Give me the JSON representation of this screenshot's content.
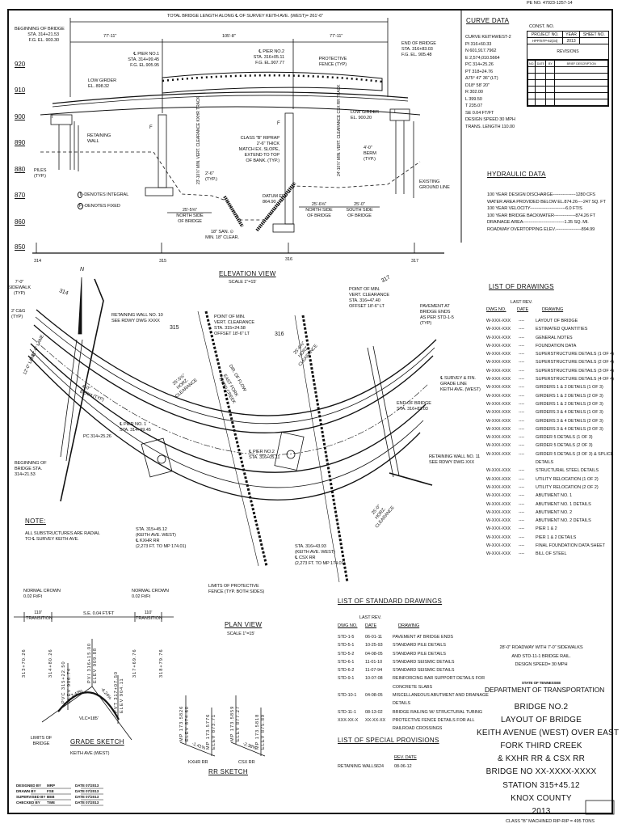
{
  "header": {
    "pe_no": "PE NO. 47023-1257-14"
  },
  "footer": {
    "riprap_note": "CLASS \"B\" MACHINED RIP-RIP = 495 TONS"
  },
  "elevation": {
    "title": "ELEVATION VIEW",
    "scale": "SCALE 1\"=15'",
    "total_length": "TOTAL BRIDGE LENGTH ALONG ℄ OF SURVEY KEITH AVE. (WEST)= 261'-6\"",
    "spans": [
      "77'-11\"",
      "105'-8\"",
      "77'-11\""
    ],
    "begin": [
      "BEGINNING OF BRIDGE",
      "STA. 314+21.53",
      "F.G. EL. 903.30"
    ],
    "pier1": [
      "℄ PIER NO.1",
      "STA. 314+99.45",
      "F.G. EL.905.95"
    ],
    "pier2": [
      "℄ PIER NO.2",
      "STA. 316+05.11",
      "F.G. EL.907.77"
    ],
    "fence": [
      "PROTECTIVE",
      "FENCE (TYP)"
    ],
    "end": [
      "END OF BRIDGE",
      "STA. 316+83.03",
      "F.G. EL. 905.48"
    ],
    "low_girder_1": [
      "LOW GIRDER",
      "EL. 898.32"
    ],
    "low_girder_2": [
      "LOW GIRDER",
      "EL. 900.20"
    ],
    "retaining_wall": [
      "RETAINING",
      "WALL"
    ],
    "riprap": [
      "CLASS \"B\" RIPRAP",
      "2'-6\" THICK",
      "MATCH EX. SLOPE,",
      "EXTEND TO TOP",
      "OF BANK. (TYP.)"
    ],
    "berm": [
      "4'-0\"",
      "BERM",
      "(TYP.)"
    ],
    "piles": [
      "PILES",
      "(TYP.)"
    ],
    "existing_ground": [
      "EXISTING",
      "GROUND LINE"
    ],
    "legend": [
      "-DENOTES INTEGRAL",
      "-DENOTES FIXED"
    ],
    "legend_symbols": [
      "I",
      "F"
    ],
    "datum": [
      "DATUM EL.",
      "864.90"
    ],
    "typ_dim": [
      "2'-6\"",
      "(TYP.)"
    ],
    "north_1": [
      "25'-5⅝\"",
      "NORTH SIDE",
      "OF BRIDGE"
    ],
    "north_2": [
      "25'-6⅝\"",
      "NORTH SIDE",
      "OF BRIDGE"
    ],
    "south": [
      "25'-0\"",
      "SOUTH SIDE",
      "OF BRIDGE"
    ],
    "sewer": [
      "18\" SAN. ⊙",
      "MIN. 18\" CLEAR."
    ],
    "clear_kxhr": "23'-10⅞\" MIN. VERT. CLEARANCE KXHR TRACK",
    "clear_csx": "24'-10⅞\" MIN. VERT. CLEARANCE CSX RR TRACK",
    "elev_ticks": [
      "920",
      "910",
      "900",
      "890",
      "880",
      "870",
      "860",
      "850"
    ],
    "sta_ticks": [
      "314",
      "315",
      "316",
      "317"
    ]
  },
  "plan": {
    "title": "PLAN VIEW",
    "scale": "SCALE 1\"=15'",
    "north": "N",
    "sidewalk": [
      "7'-0\"",
      "SIDEWALK",
      "(TYP)"
    ],
    "cg": [
      "2' C&G",
      "(TYP)"
    ],
    "lanes": [
      "12'-0\" LANE",
      "12'-0\" LANE"
    ],
    "stations": [
      "314",
      "315",
      "316",
      "317"
    ],
    "wall10": [
      "RETAINING WALL NO. 10",
      "SEE RDWY DWG XXXX"
    ],
    "wall11": [
      "RETAINING WALL NO. 11",
      "SEE RDWY DWG XXX"
    ],
    "min_clear_1": [
      "POINT OF MIN.",
      "VERT. CLEARANCE",
      "STA. 315+24.58",
      "OFFSET 18'-6\" LT"
    ],
    "min_clear_2": [
      "POINT OF MIN.",
      "VERT. CLEARANCE",
      "STA. 316+47.40",
      "OFFSET 18'-6\" LT"
    ],
    "pavement": [
      "PAVEMENT AT",
      "BRIDGE ENDS",
      "AS PER STD-1-5",
      "(TYP)"
    ],
    "survey": [
      "℄ SURVEY & FIN.",
      "GRADE LINE",
      "KEITH AVE. (WEST)"
    ],
    "end": [
      "END OF BRIDGE",
      "STA. 316+83.03"
    ],
    "pier1": [
      "℄ PIER NO. 1",
      "STA. 314+99.45"
    ],
    "pier2": [
      "℄ PIER NO.2",
      "STA. 316+05.11"
    ],
    "pc": "PC 314+25.26",
    "berm": [
      "4'-0\"",
      "BERM (TYP)"
    ],
    "begin": [
      "BEGINNING OF",
      "BRIDGE STA.",
      "314+21.53"
    ],
    "kxhr": [
      "STA. 315+45.12",
      "(KEITH AVE. WEST)",
      "℄ KXHR RR",
      "(2,273 FT. TO MP 174.01)"
    ],
    "csx": [
      "STA. 316+43.93",
      "(KEITH AVE. WEST)",
      "℄ CSX RR",
      "(2,273 FT. TO MP 174.01)"
    ],
    "fence_limits": [
      "LIMITS OF PROTECTIVE",
      "FENCE (TYP. BOTH SIDES)"
    ],
    "horz_1": [
      "25'-5⅝\"",
      "HORZ.",
      "CLEARANCE"
    ],
    "horz_2": [
      "25'-6⅝\"",
      "HORZ.",
      "CLEARANCE"
    ],
    "horz_3": [
      "25'-0\"",
      "HORZ.",
      "CLEARANCE"
    ],
    "flow": "DIR. OF FLOW",
    "creek": [
      "EAST FORK",
      "THIRD CREEK"
    ],
    "note_title": "NOTE:",
    "note": [
      "ALL SUBSTRUCTURES ARE RADIAL",
      "TO ℄ SURVEY KEITH AVE."
    ]
  },
  "grade": {
    "title": "GRADE SKETCH",
    "subtitle": "KEITH AVE (WEST)",
    "crown_left": [
      "NORMAL CROWN",
      "0.02 Ft/Ft"
    ],
    "crown_right": [
      "NORMAL CROWN",
      "0.02 Ft/Ft"
    ],
    "transition_left": [
      "110'",
      "TRANSITION"
    ],
    "transition_right": [
      "110'",
      "TRANSITION"
    ],
    "se": "S.E. 0.04 FT/FT",
    "stations": [
      "313+70.26",
      "314+80.26",
      "317+69.76",
      "318+79.76"
    ],
    "pvc": [
      "PVC 315+22.50",
      "ELEV 906.74"
    ],
    "pvi": [
      "PVI 316+15.00",
      "ELEV 909.88"
    ],
    "pvt": [
      "PVT 317+07.50",
      "ELEV 904.11"
    ],
    "g1": "3.40%",
    "g2": "-6.24%",
    "vlc": "VLC=185'",
    "limits": [
      "LIMITS OF",
      "BRIDGE"
    ]
  },
  "rr": {
    "title": "RR SKETCH",
    "kxhr": {
      "label": "KXHR RR",
      "mp1": [
        "MP 173.5826",
        "ELEV 874.60"
      ],
      "mp2": [
        "MP 173.5776",
        "ELEV 873.71"
      ],
      "grade": "-1.41%"
    },
    "csx": {
      "label": "CSX RR",
      "mp1": [
        "MP 173.5859",
        "ELEV 877.27"
      ],
      "mp2": [
        "MP 173.5818",
        "ELEV 875.89"
      ],
      "grade": "-2.38%"
    }
  },
  "signatures": [
    {
      "role": "DESIGNED BY",
      "name": "MRP",
      "date_label": "DATE",
      "date": "07/2013"
    },
    {
      "role": "DRAWN BY",
      "name": "FSE",
      "date_label": "DATE",
      "date": "07/2013"
    },
    {
      "role": "SUPERVISED BY",
      "name": "BEB",
      "date_label": "DATE",
      "date": "07/2013"
    },
    {
      "role": "CHECKED BY",
      "name": "TWE",
      "date_label": "DATE",
      "date": "07/2013"
    }
  ],
  "curve_data": {
    "title": "CURVE DATA",
    "lines": [
      "CURVE KEITHWEST-2",
      "PI  316+60.33",
      "N  601,917.7962",
      "E 2,574,010.5664",
      "PC  314+25.26",
      "PT  318+24.76",
      "Δ75° 47' 36\" (LT)",
      "D18° 58' 20\"",
      "R  302.00",
      "L  399.50",
      "T  235.07",
      "SE  0.04 FT/FT",
      "DESIGN SPEED 30 MPH",
      "TRANS. LENGTH 110.00"
    ]
  },
  "const_block": {
    "const_no": "CONST. NO.",
    "headers": [
      "PROJECT NO.",
      "YEAR",
      "SHEET NO."
    ],
    "values": [
      "HPP/STP-62(34)",
      "2013",
      ""
    ],
    "revisions_title": "REVISIONS",
    "rev_headers": [
      "NO.",
      "DATE",
      "BY",
      "BRIEF DESCRIPTION"
    ]
  },
  "hydraulic": {
    "title": "HYDRAULIC DATA",
    "lines": [
      "100 YEAR DESIGN DISCHARGE----------------1280 CFS",
      "WATER AREA PROVIDED BELOW EL.874.26----247 SQ. FT",
      "100 YEAR VELOCITY-------------------------6.0 FT/S",
      "100 YEAR BRIDGE BACKWATER---------------874.26 FT",
      "DRAINAGE AREA-----------------------------1.35 SQ. MI.",
      "ROADWAY OVERTOPPING ELEV.------------------894.99"
    ]
  },
  "drawings": {
    "title": "LIST OF DRAWINGS",
    "last_rev": "LAST REV.",
    "headers": [
      "DWG NO.",
      "DATE",
      "DRAWING"
    ],
    "rows": [
      [
        "W-XXX-XXX",
        "----",
        "LAYOUT OF BRIDGE"
      ],
      [
        "W-XXX-XXX",
        "----",
        "ESTIMATED QUANTITIES"
      ],
      [
        "W-XXX-XXX",
        "----",
        "GENERAL NOTES"
      ],
      [
        "W-XXX-XXX",
        "----",
        "FOUNDATION DATA"
      ],
      [
        "W-XXX-XXX",
        "----",
        "SUPERSTRUCTURE DETAILS (1 OF 4)"
      ],
      [
        "W-XXX-XXX",
        "----",
        "SUPERSTRUCTURE DETAILS (2 OF 4)"
      ],
      [
        "W-XXX-XXX",
        "----",
        "SUPERSTRUCTURE DETAILS (3 OF 4)"
      ],
      [
        "W-XXX-XXX",
        "----",
        "SUPERSTRUCTURE DETAILS (4 OF 4)"
      ],
      [
        "W-XXX-XXX",
        "----",
        "GIRDERS 1 & 2 DETAILS (1 OF 3)"
      ],
      [
        "W-XXX-XXX",
        "----",
        "GIRDERS 1 & 2 DETAILS (2 OF 3)"
      ],
      [
        "W-XXX-XXX",
        "----",
        "GIRDERS 1 & 2 DETAILS (3 OF 3)"
      ],
      [
        "W-XXX-XXX",
        "----",
        "GIRDERS 3 & 4 DETAILS (1 OF 3)"
      ],
      [
        "W-XXX-XXX",
        "----",
        "GIRDERS 3 & 4 DETAILS (2 OF 3)"
      ],
      [
        "W-XXX-XXX",
        "----",
        "GIRDERS 3 & 4 DETAILS (3 OF 3)"
      ],
      [
        "W-XXX-XXX",
        "----",
        "GIRDER 5 DETAILS (1 OF 3)"
      ],
      [
        "W-XXX-XXX",
        "----",
        "GIRDER 5 DETAILS (2 OF 3)"
      ],
      [
        "W-XXX-XXX",
        "----",
        "GIRDER 5 DETAILS (3 OF 3) & SPLICE"
      ],
      [
        "",
        "",
        "DETAILS"
      ],
      [
        "W-XXX-XXX",
        "----",
        "STRUCTURAL STEEL DETAILS"
      ],
      [
        "W-XXX-XXX",
        "----",
        "UTILITY RELOCATION (1 OF 2)"
      ],
      [
        "W-XXX-XXX",
        "----",
        "UTILITY RELOCATION (2 OF 2)"
      ],
      [
        "W-XXX-XXX",
        "----",
        "ABUTMENT NO. 1"
      ],
      [
        "W-XXX-XXX",
        "----",
        "ABUTMENT NO. 1 DETAILS"
      ],
      [
        "W-XXX-XXX",
        "----",
        "ABUTMENT NO. 2"
      ],
      [
        "W-XXX-XXX",
        "----",
        "ABUTMENT NO. 2 DETAILS"
      ],
      [
        "W-XXX-XXX",
        "----",
        "PIER 1 & 2"
      ],
      [
        "W-XXX-XXX",
        "----",
        "PIER 1 & 2 DETAILS"
      ],
      [
        "W-XXX-XXX",
        "----",
        "FINAL FOUNDATION DATA SHEET"
      ],
      [
        "W-XXX-XXX",
        "----",
        "BILL OF STEEL"
      ]
    ]
  },
  "standards": {
    "title": "LIST OF STANDARD DRAWINGS",
    "last_rev": "LAST REV.",
    "headers": [
      "DWG NO.",
      "DATE",
      "DRAWING"
    ],
    "rows": [
      [
        "STD-1-5",
        "06-01-11",
        "PAVEMENT AT BRIDGE ENDS"
      ],
      [
        "STD-5-1",
        "10-25-93",
        "STANDARD PILE DETAILS"
      ],
      [
        "STD-5-2",
        "04-08-05",
        "STANDARD PILE DETAILS"
      ],
      [
        "STD-6-1",
        "11-01-10",
        "STANDARD SEISMIC DETAILS"
      ],
      [
        "STD-6-2",
        "11-07-94",
        "STANDARD SEISMIC DETAILS"
      ],
      [
        "STD-9-1",
        "10-07-08",
        "REINFORCING BAR SUPPORT DETAILS FOR"
      ],
      [
        "",
        "",
        "CONCRETE SLABS"
      ],
      [
        "STD-10-1",
        "04-08-05",
        "MISCELLANEOUS ABUTMENT AND DRAINAGE"
      ],
      [
        "",
        "",
        "DETAILS"
      ],
      [
        "STD-11-1",
        "08-13-02",
        "BRIDGE RAILING W/ STRUCTURAL TUBING"
      ],
      [
        "XXX-XX-X",
        "XX-XX-XX",
        "PROTECTIVE FENCE DETAILS FOR ALL"
      ],
      [
        "",
        "",
        "RAILROAD CROSSINGS"
      ]
    ]
  },
  "special_provisions": {
    "title": "LIST OF SPECIAL PROVISIONS",
    "rev_date": "REV. DATE",
    "rows": [
      [
        "RETAINING WALLS",
        "624",
        "08-06-12"
      ]
    ]
  },
  "title_block": {
    "notes": [
      "28'-0\" ROADWAY WITH 7'-0\" SIDEWALKS",
      "AND STD-11-1 BRIDGE RAIL.",
      "DESIGN SPEED= 30 MPH"
    ],
    "state": "STATE OF TENNESSEE",
    "department": "DEPARTMENT OF TRANSPORTATION",
    "lines": [
      "BRIDGE NO.2",
      "LAYOUT OF BRIDGE",
      "KEITH AVENUE (WEST) OVER EAST",
      "FORK THIRD CREEK",
      "& KXHR RR & CSX RR",
      "BRIDGE NO XX-XXXX-XXXX",
      "STATION 315+45.12",
      "KNOX COUNTY",
      "2013"
    ]
  }
}
